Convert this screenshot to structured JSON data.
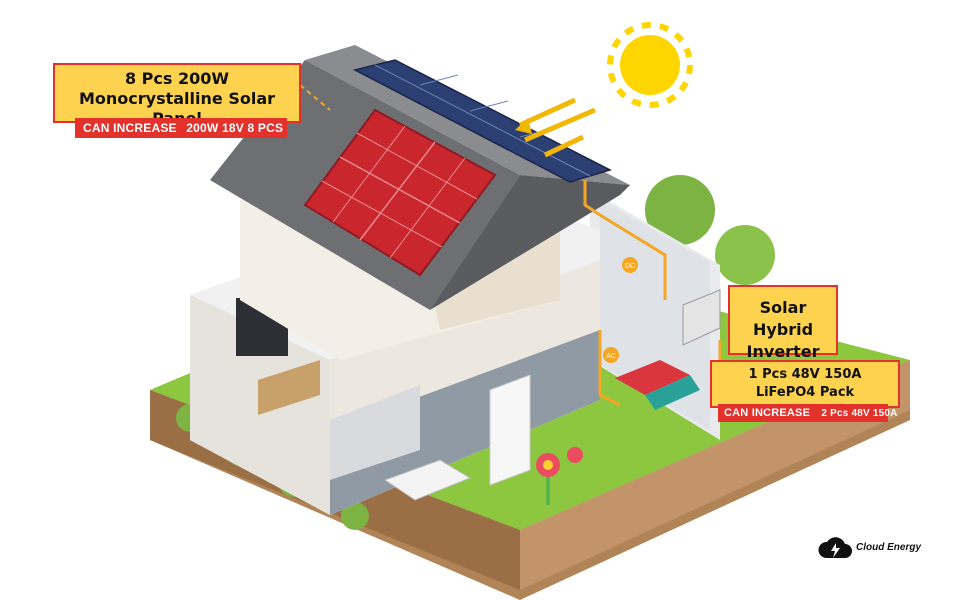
{
  "solar_panel_callout": {
    "title_line1": "8 Pcs 200W",
    "title_line2": "Monocrystalline Solar Panel",
    "badge_prefix": "CAN INCREASE",
    "badge_value": "200W 18V  8 PCS"
  },
  "inverter_callout": {
    "title_line1": "Solar Hybrid",
    "title_line2": "Inverter"
  },
  "battery_callout": {
    "title_line1": "1 Pcs 48V 150A",
    "title_line2": "LiFePO4 Pack",
    "badge_prefix": "CAN INCREASE",
    "badge_value": "2 Pcs 48V 150A"
  },
  "wire_labels": {
    "dc": "DC",
    "ac": "AC"
  },
  "logo": {
    "text": "Cloud Energy"
  },
  "colors": {
    "callout_fill": "#fdd24e",
    "callout_border": "#e2322b",
    "badge_fill": "#e2322b",
    "wire": "#f5a623",
    "grass": "#8dc63f",
    "earth": "#b08457",
    "sun": "#ffd500"
  }
}
